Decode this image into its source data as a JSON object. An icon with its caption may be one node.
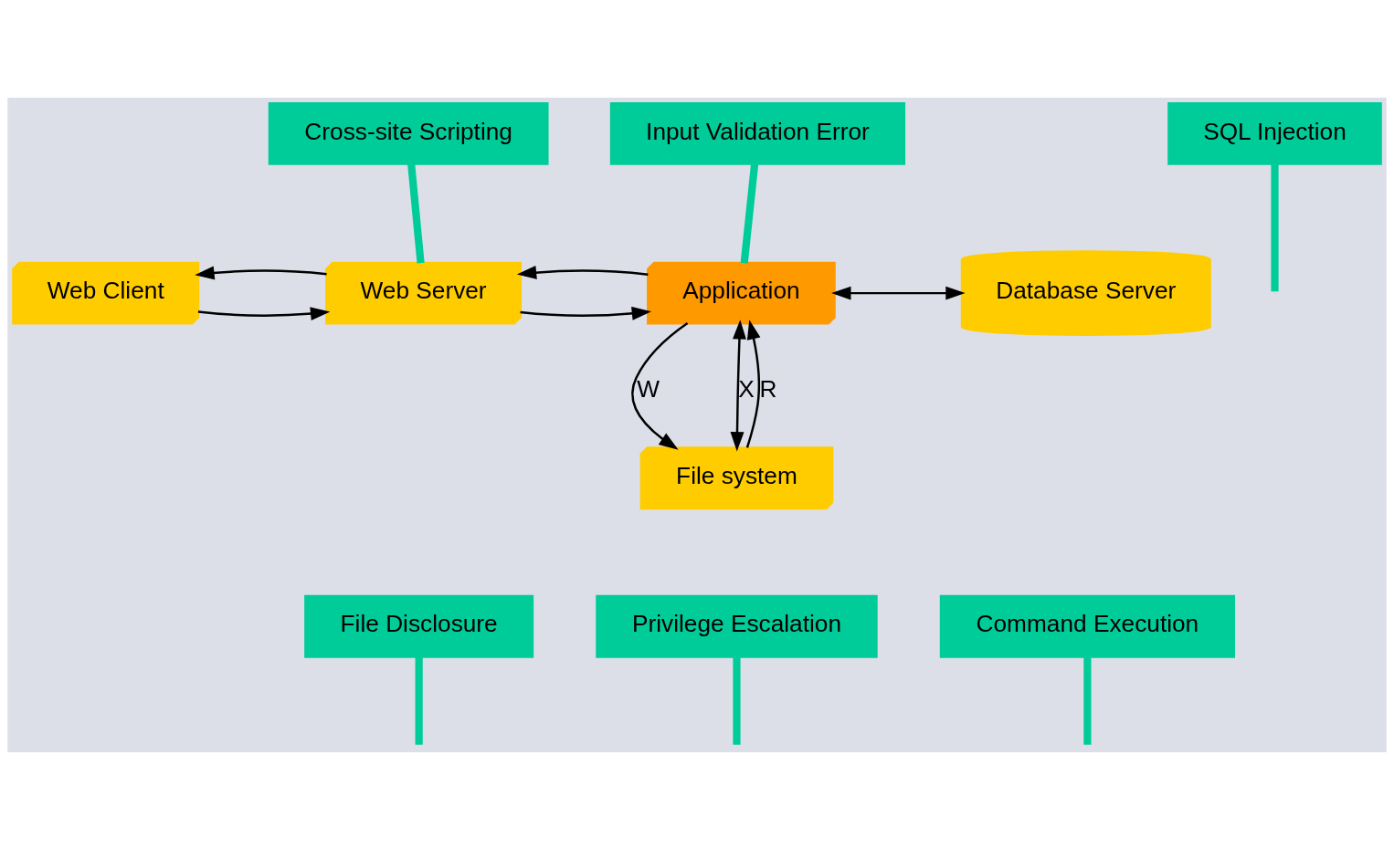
{
  "diagram": {
    "nodes": [
      {
        "text": [
          "Web Client"
        ]
      },
      {
        "text": [
          "Web Server"
        ]
      },
      {
        "text": [
          "Application"
        ]
      },
      {
        "text": [
          "Database Server"
        ]
      },
      {
        "text": [
          "File system"
        ]
      },
      {
        "text": [
          "Input Validation Error"
        ]
      },
      {
        "text": [
          "SQL Injection"
        ]
      },
      {
        "text": [
          "Cross-site Scripting"
        ]
      },
      {
        "text": [
          "Command Execution"
        ]
      },
      {
        "text": [
          "File Disclosure"
        ]
      },
      {
        "text": [
          "Privilege Escalation"
        ]
      }
    ],
    "edges": [
      {
        "from": 0,
        "to": 1,
        "arrow": "to"
      },
      {
        "from": 1,
        "to": 0,
        "arrow": "to"
      },
      {
        "from": 1,
        "to": 2,
        "arrow": "to"
      },
      {
        "from": 2,
        "to": 1,
        "arrow": "to"
      },
      {
        "from": 2,
        "to": 3,
        "arrow": "both"
      },
      {
        "from": 4,
        "to": 2,
        "arrow": "to",
        "label": "R"
      },
      {
        "from": 2,
        "to": 4,
        "arrow": "to",
        "label": "W"
      },
      {
        "from": 2,
        "to": 4,
        "arrow": "both",
        "label": "X"
      },
      {
        "from": 5,
        "to": 2,
        "arrow": "none",
        "style": "thick",
        "color": "#00cc99"
      },
      {
        "from": 6,
        "to": null,
        "arrow": "none",
        "style": "thick",
        "color": "#00cc99"
      },
      {
        "from": 7,
        "to": 1,
        "arrow": "none",
        "style": "thick",
        "color": "#00cc99"
      },
      {
        "from": 8,
        "to": null,
        "arrow": "none",
        "style": "thick",
        "color": "#00cc99"
      },
      {
        "from": 9,
        "to": null,
        "arrow": "none",
        "style": "thick",
        "color": "#00cc99"
      },
      {
        "from": 10,
        "to": null,
        "arrow": "none",
        "style": "thick",
        "color": "#00cc99"
      }
    ]
  }
}
